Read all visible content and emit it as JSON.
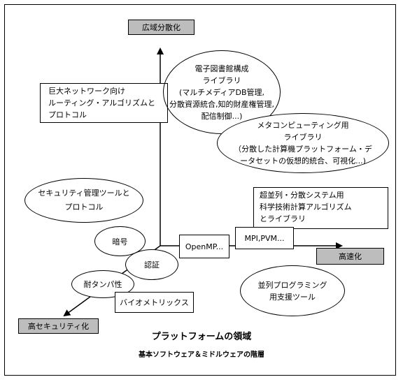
{
  "axes": {
    "top": "広域分散化",
    "right": "高速化",
    "bottom_left": "高セキュリティ化"
  },
  "nodes": {
    "network_routing": "巨大ネットワーク向け\nルーティング・アルゴリズムと\nプロトコル",
    "e_library": "電子図書館構成\nライブラリ\n(マルチメディアDB管理,\n分散資源統合,知的財産権管理,\n配信制御...)",
    "metacomputing": "メタコンピューティング用\nライブラリ\n（分散した計算機プラットフォーム・デ\nータセットの仮想的統合、可視化...)",
    "security_mgmt": "セキュリティ管理ツールと\n\nプロトコル",
    "parallel_algo": "超並列・分散システム用\n科学技術計算アルゴリズム\nとライブラリ",
    "encryption": "暗号",
    "authentication": "認証",
    "openmp": "OpenMP...",
    "mpi": "MPI,PVM...",
    "tamper": "耐タンパ性",
    "biometrics": "バイオメトリックス",
    "parallel_prog": "並列プログラミング\n用支援ツール"
  },
  "caption": {
    "title": "プラットフォームの領域",
    "subtitle": "基本ソフトウェア＆ミドルウェアの階層"
  }
}
